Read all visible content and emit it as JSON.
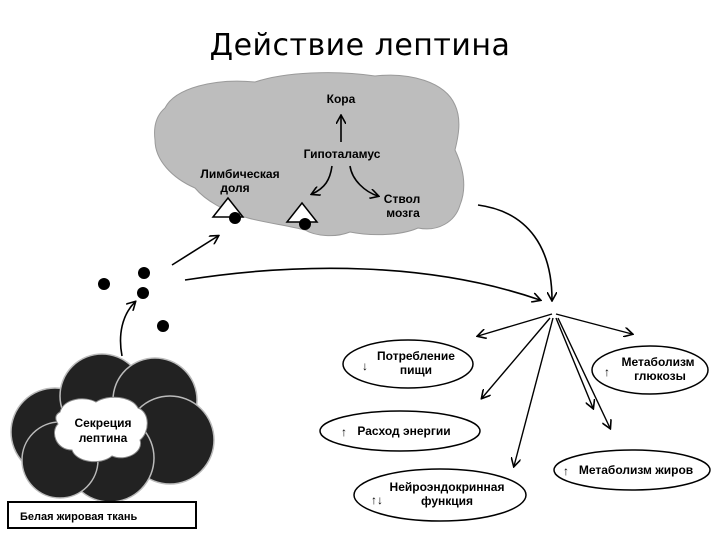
{
  "slide": {
    "title": "Действие лептина"
  },
  "brain": {
    "cortex": "Кора",
    "hypothalamus": "Гипоталамус",
    "limbic_line1": "Лимбическая",
    "limbic_line2": "доля",
    "brainstem_line1": "Ствол",
    "brainstem_line2": "мозга"
  },
  "adipose": {
    "secretion_line1": "Секреция",
    "secretion_line2": "лептина",
    "label": "Белая жировая ткань"
  },
  "effects": {
    "food_intake_line1": "Потребление",
    "food_intake_line2": "пищи",
    "food_intake_arrow": "↓",
    "glucose_line1": "Метаболизм",
    "glucose_line2": "глюкозы",
    "glucose_arrow": "↑",
    "energy": "Расход энергии",
    "energy_arrow": "↑",
    "fat": "Метаболизм жиров",
    "fat_arrow": "↑",
    "neuro_line1": "Нейроэндокринная",
    "neuro_line2": "функция",
    "neuro_arrow": "↑↓"
  },
  "colors": {
    "brain_fill": "#bdbdbd",
    "adipose_fill": "#222222",
    "ink": "#000000"
  }
}
